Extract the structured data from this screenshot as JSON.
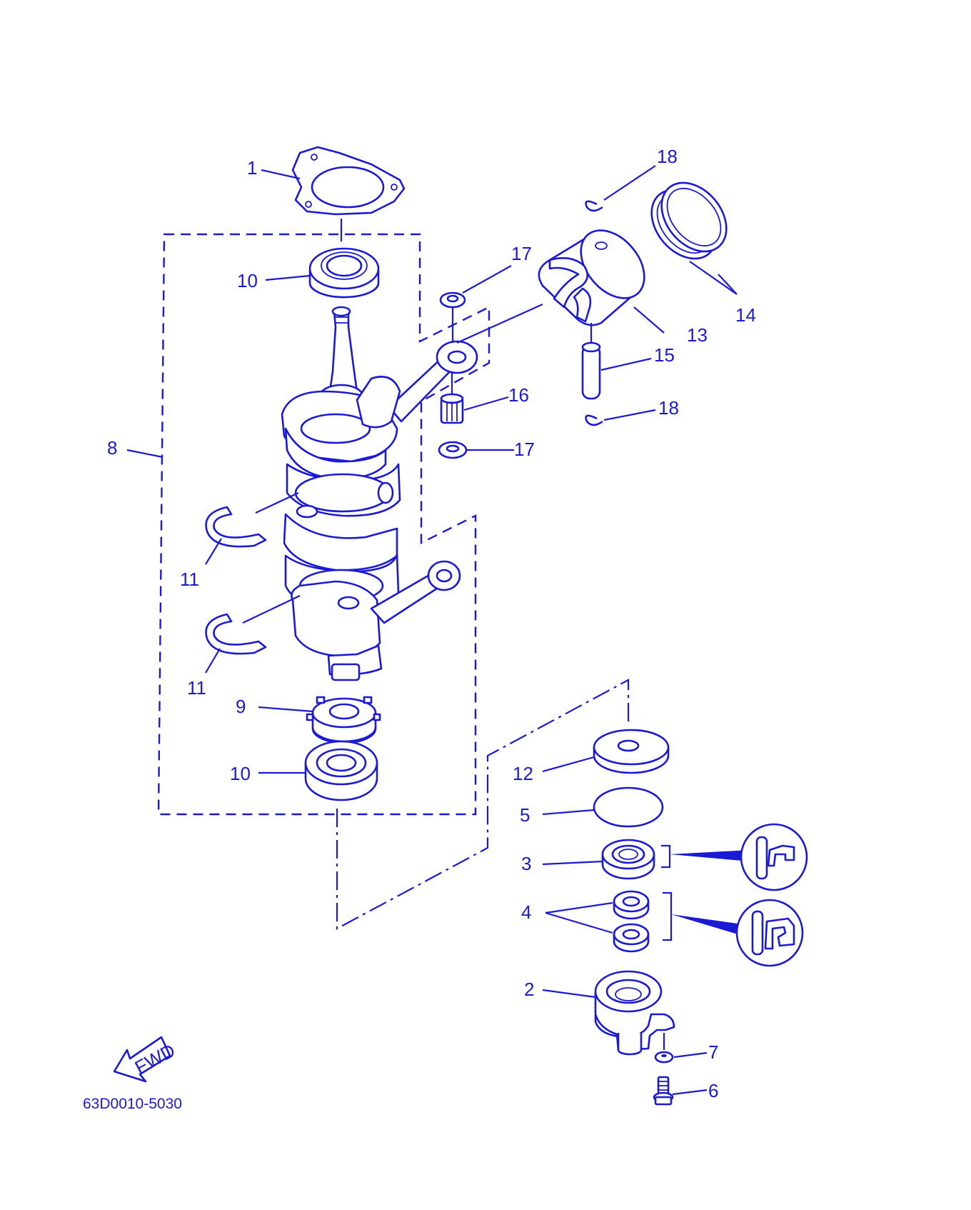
{
  "diagram": {
    "drawing_code": "63D0010-5030",
    "fwd_label": "FWD",
    "callouts": {
      "p1": "1",
      "p2": "2",
      "p3": "3",
      "p4": "4",
      "p5": "5",
      "p6": "6",
      "p7": "7",
      "p8": "8",
      "p9": "9",
      "p10a": "10",
      "p10b": "10",
      "p11a": "11",
      "p11b": "11",
      "p12": "12",
      "p13": "13",
      "p14": "14",
      "p15": "15",
      "p16": "16",
      "p17a": "17",
      "p17b": "17",
      "p18a": "18",
      "p18b": "18"
    },
    "line_color": "#1a1ad6"
  }
}
